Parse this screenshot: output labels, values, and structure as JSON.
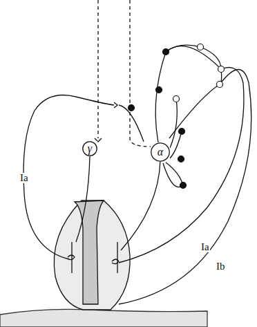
{
  "diagram": {
    "nodes": [
      {
        "text": [
          "γ"
        ]
      },
      {
        "text": [
          "α"
        ]
      }
    ],
    "labels": [
      "Ia",
      "Ia",
      "Ib"
    ]
  }
}
